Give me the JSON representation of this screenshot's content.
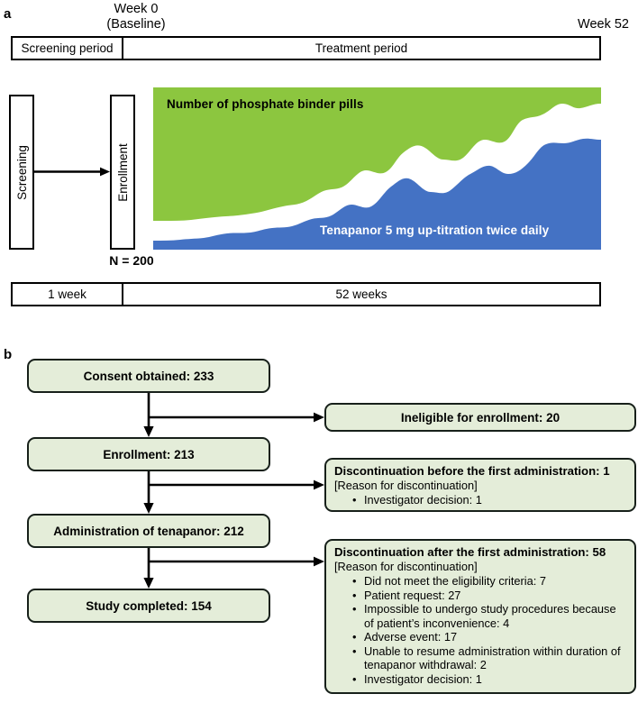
{
  "panels": {
    "a_letter": "a",
    "b_letter": "b"
  },
  "study_design": {
    "week0_label": "Week 0\n(Baseline)",
    "week0_line1": "Week 0",
    "week0_line2": "(Baseline)",
    "week52_label": "Week 52",
    "period_bar": {
      "screening": "Screening period",
      "treatment": "Treatment period"
    },
    "duration_bar": {
      "screening": "1 week",
      "treatment": "52 weeks"
    },
    "screening_box": "Screening",
    "enrollment_box": "Enrollment",
    "sample_size": "N = 200",
    "arrow": "screening-to-enrollment-arrow"
  },
  "chart_data": {
    "type": "area",
    "title": "Tenapanor up-titration vs phosphate binder pill burden over 52 weeks",
    "xlabel": "",
    "ylabel": "",
    "grid": false,
    "legend": "inline-labels",
    "series": [
      {
        "name": "Number of phosphate binder pills",
        "label": "Number of phosphate binder pills",
        "color": "#8CC63F",
        "stack_position": "top",
        "description": "Green band whose lower boundary rises from left to right, i.e. pill burden decreases over the treatment period",
        "boundary_y_fraction": [
          0.82,
          0.8,
          0.76,
          0.71,
          0.68,
          0.62,
          0.58,
          0.54,
          0.52,
          0.47,
          0.46,
          0.4,
          0.36,
          0.32,
          0.28,
          0.24,
          0.2,
          0.18,
          0.14,
          0.11,
          0.09
        ]
      },
      {
        "name": "Tenapanor 5 mg up-titration twice daily",
        "label": "Tenapanor 5 mg up-titration twice daily",
        "color": "#4472C4",
        "stack_position": "bottom",
        "description": "Blue band whose upper boundary rises in a stepped, wavy manner from left to right, i.e. tenapanor dose is up-titrated",
        "boundary_y_fraction": [
          0.92,
          0.9,
          0.87,
          0.82,
          0.79,
          0.73,
          0.7,
          0.66,
          0.63,
          0.58,
          0.57,
          0.53,
          0.48,
          0.44,
          0.41,
          0.36,
          0.33,
          0.3,
          0.25,
          0.22,
          0.21
        ]
      }
    ],
    "x_start_label": "Week 0",
    "x_end_label": "Week 52",
    "colors": {
      "green": "#8CC63F",
      "blue": "#4472C4",
      "gap": "#FFFFFF"
    }
  },
  "flowchart": {
    "left_nodes": [
      {
        "label": "Consent obtained: 233"
      },
      {
        "label": "Enrollment: 213"
      },
      {
        "label": "Administration of tenapanor: 212"
      },
      {
        "label": "Study completed: 154"
      }
    ],
    "right_nodes": [
      {
        "title": "Ineligible for enrollment: 20",
        "subtitle": "",
        "items": []
      },
      {
        "title": "Discontinuation before the first administration: 1",
        "subtitle": "[Reason for discontinuation]",
        "items": [
          "Investigator decision: 1"
        ]
      },
      {
        "title": "Discontinuation after the first administration: 58",
        "subtitle": "[Reason for discontinuation]",
        "items": [
          "Did not meet the eligibility criteria: 7",
          "Patient request: 27",
          "Impossible to undergo study procedures because of patient’s inconvenience: 4",
          "Adverse event: 17",
          "Unable to resume administration within duration of tenapanor withdrawal: 2",
          "Investigator decision: 1"
        ]
      }
    ]
  },
  "colors": {
    "box_fill": "#E4EDD9",
    "box_border": "#17201A",
    "green_band": "#8CC63F",
    "blue_band": "#4472C4",
    "outline": "#000000"
  }
}
